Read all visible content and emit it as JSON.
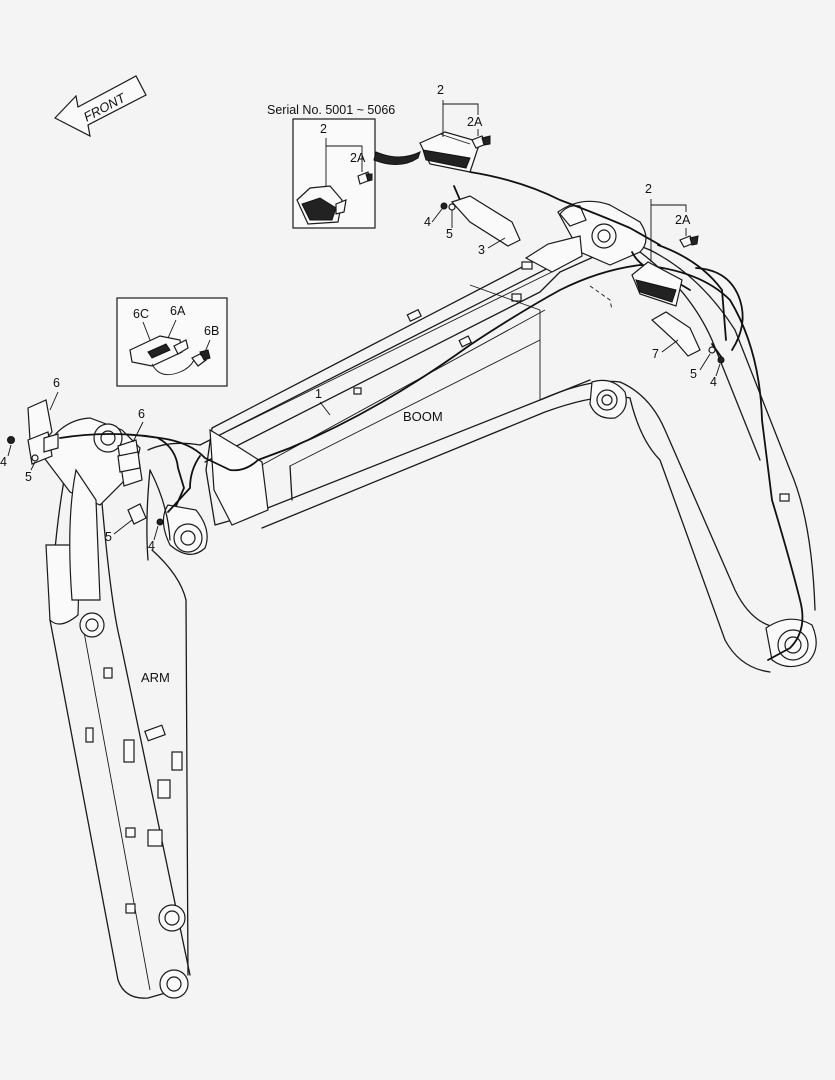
{
  "front_label": "FRONT",
  "serial_box": {
    "caption": "Serial No.  5001 ~ 5066",
    "lamp_callout": "2",
    "bulb_callout": "2A"
  },
  "detail_box": {
    "switch_callout": "6C",
    "bracket_callout": "6A",
    "connector_callout": "6B"
  },
  "structure_labels": {
    "boom": "BOOM",
    "arm": "ARM"
  },
  "callouts": {
    "top_lamp": "2",
    "top_bulb": "2A",
    "top_bolt": "4",
    "top_washer": "5",
    "top_bracket": "3",
    "right_lamp": "2",
    "right_bulb": "2A",
    "right_bracket": "7",
    "right_washer": "5",
    "right_bolt": "4",
    "harness": "1",
    "left_switch": "6",
    "left_bolt": "4",
    "left_washer": "5",
    "mid_switch": "6",
    "mid_washer": "5",
    "mid_bolt": "4"
  }
}
